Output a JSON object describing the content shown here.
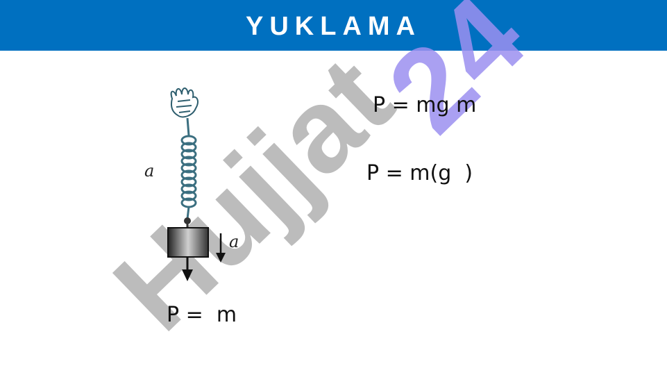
{
  "header": {
    "title": "YUKLAMA",
    "color": "#0070c0"
  },
  "watermark": {
    "text_primary": "Hujjat",
    "text_accent": "24",
    "color_primary": "#b0b0b0",
    "color_accent": "#9b8ff0"
  },
  "figure": {
    "label_left": "a",
    "label_right": "a"
  },
  "formulas": {
    "f1": "P = mg m",
    "f2": "P = m(g  )",
    "f3": "P =  m"
  }
}
